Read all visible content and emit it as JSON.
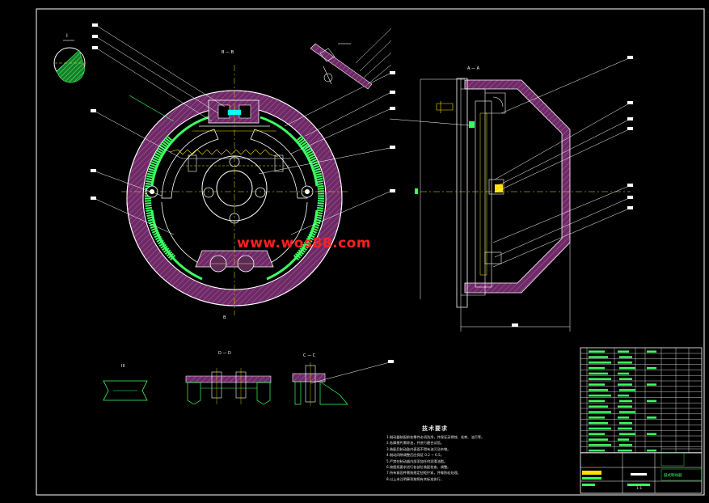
{
  "watermark": {
    "text": "www.wos88.com",
    "color": "#ff2020"
  },
  "section_labels": {
    "aa_main": "A — A",
    "bb_side": "B — B",
    "cc_detail": "C — C",
    "dd_detail": "D — D",
    "i_detail": "I",
    "iii_detail": "III"
  },
  "technical_notes": {
    "title": "技术要求",
    "lines": [
      "1.制动器装配前各零件必须洗净，并保证无锈蚀、毛刺、油污等。",
      "2.各摩擦片需除油，并进行磨合试验。",
      "3.装配后制动鼓内表面不得有油污及杂物。",
      "4.制动间隙调整后应保证 0.2 ~ 0.5。",
      "5.严禁在制动器内部添加任何润滑油脂。",
      "6.按图纸要求进行各部位装配检查，调整。",
      "7.所有紧固件需按规定扭矩拧紧，并做防松处理。",
      "8.以上未注明事项按照有关标准执行。"
    ]
  },
  "title_block": {
    "drawing_name": "鼓式制动器",
    "scale": "1:1"
  },
  "colors": {
    "line": "#ffffff",
    "drum_fill": "#7a2d6e",
    "lining": "#24e04a",
    "yellow": "#ffe000",
    "cyan": "#00ffff",
    "frame": "#ffffff"
  }
}
